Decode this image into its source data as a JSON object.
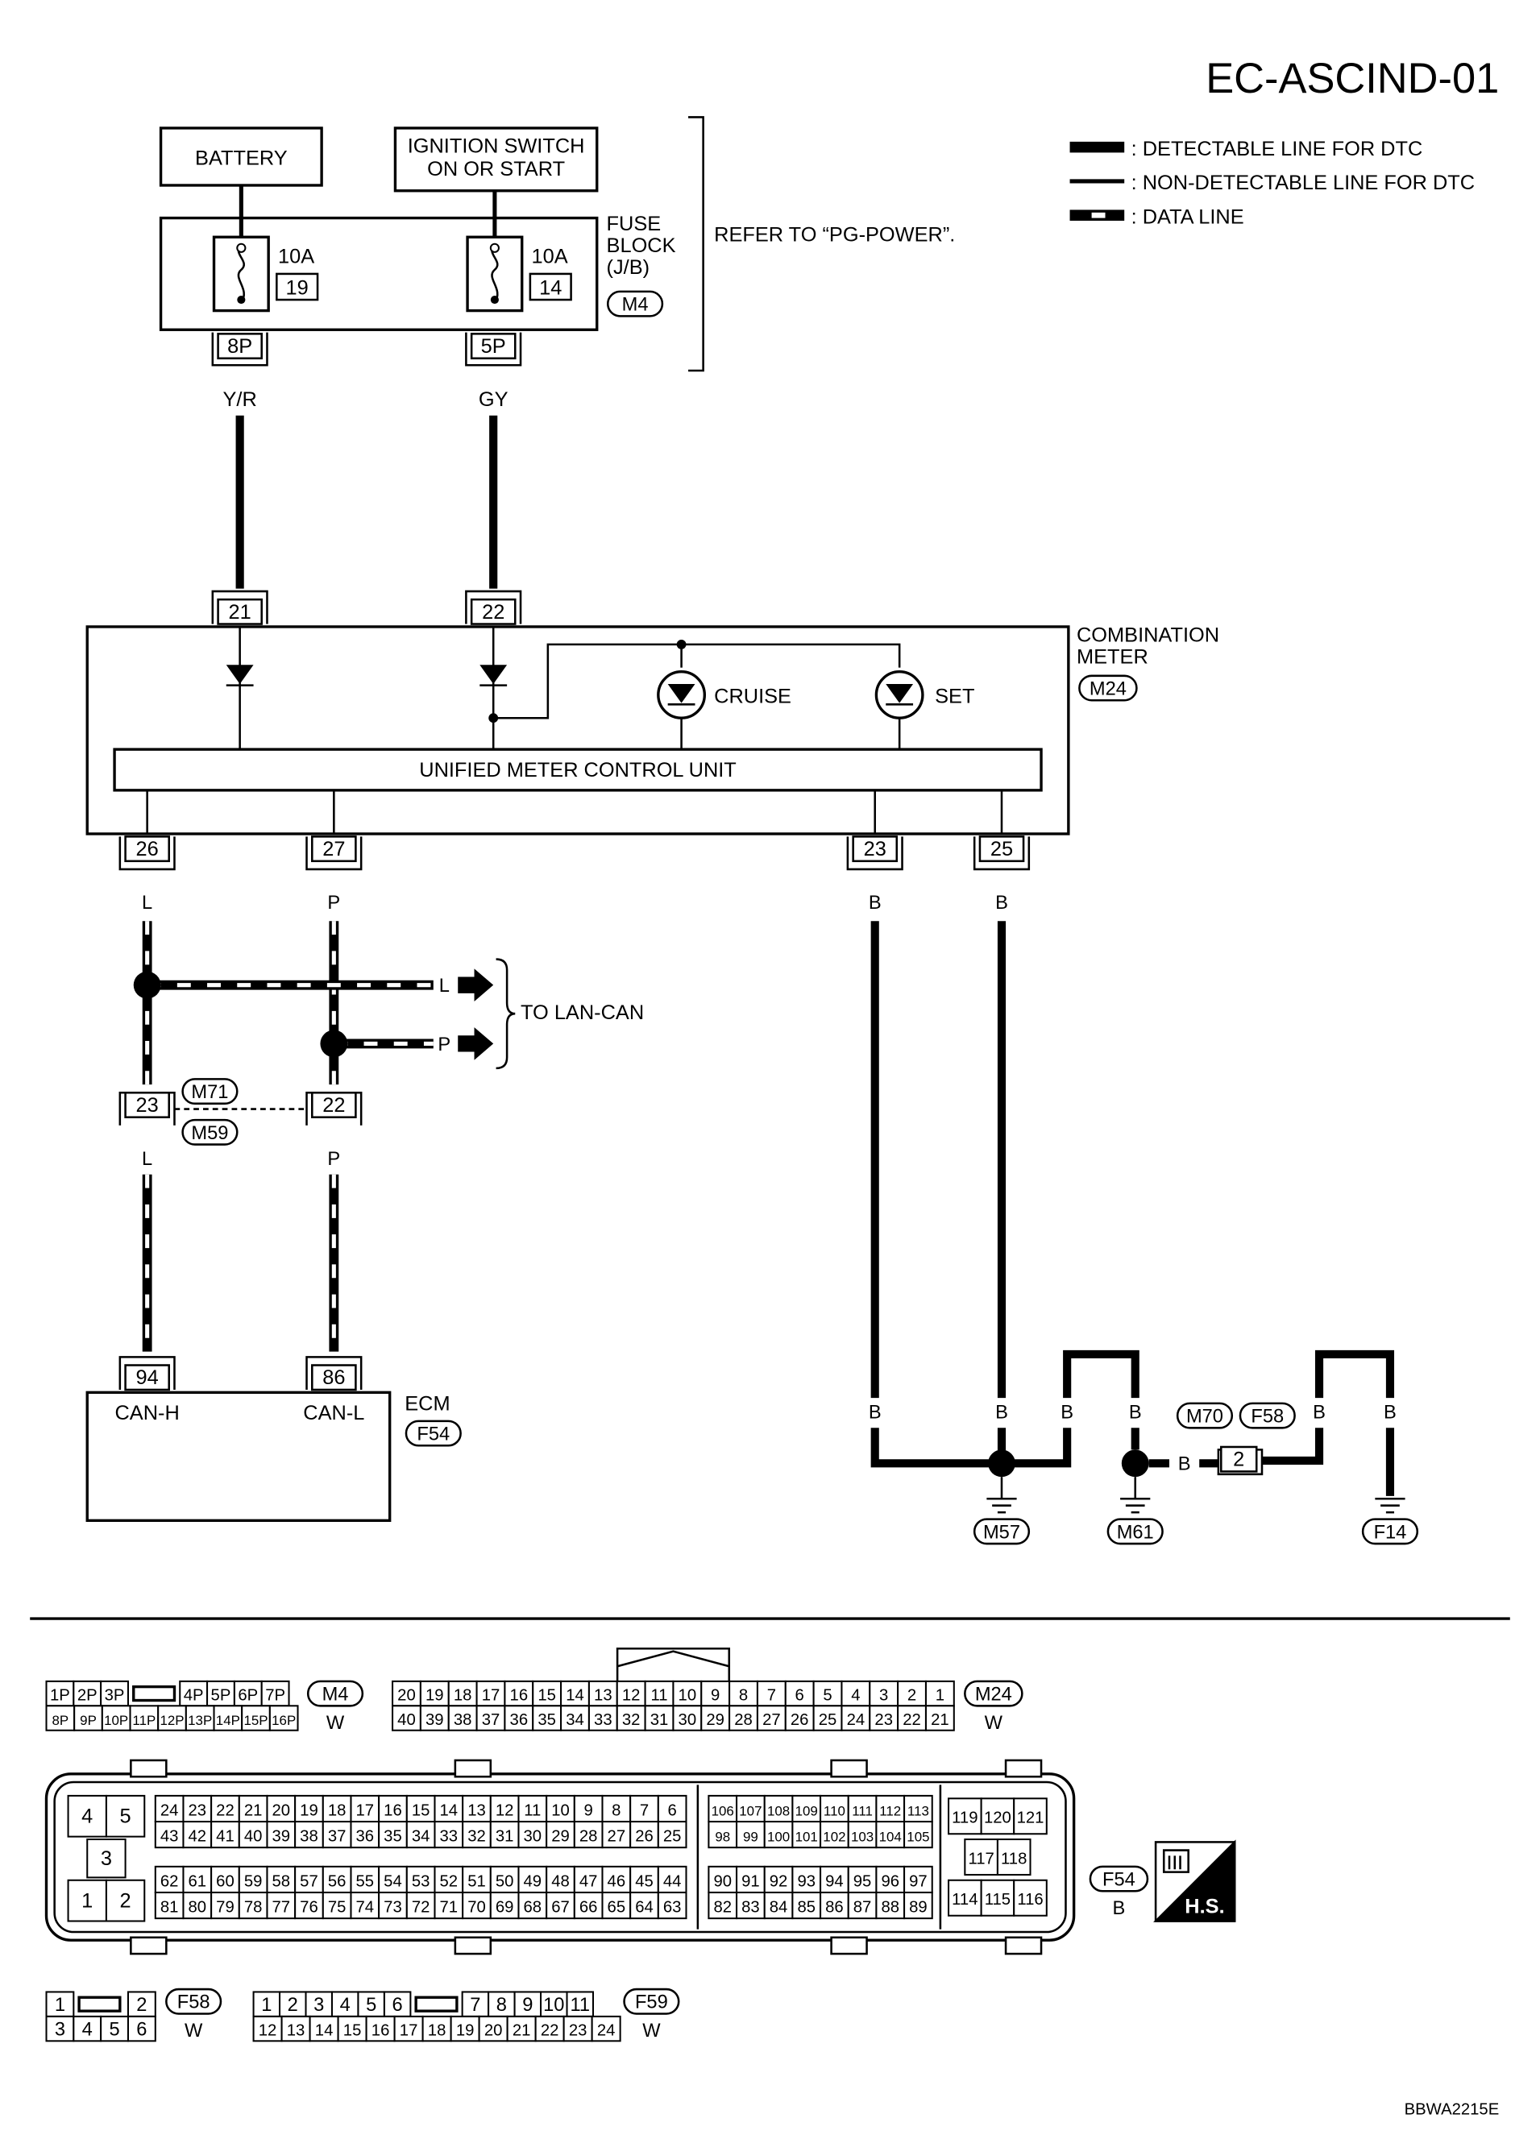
{
  "title": "EC-ASCIND-01",
  "figure_code": "BBWA2215E",
  "legend": [
    {
      "type": "detectable",
      "label": ": DETECTABLE LINE FOR DTC"
    },
    {
      "type": "non_detectable",
      "label": ": NON-DETECTABLE LINE FOR DTC"
    },
    {
      "type": "data",
      "label": ": DATA LINE"
    }
  ],
  "power": {
    "battery": "BATTERY",
    "ignition_line1": "IGNITION SWITCH",
    "ignition_line2": "ON OR START",
    "refer": "REFER TO “PG-POWER”."
  },
  "fuse_block": {
    "label_line1": "FUSE",
    "label_line2": "BLOCK",
    "label_line3": "(J/B)",
    "connector": "M4",
    "fuses": [
      {
        "amps": "10A",
        "number": "19",
        "terminal": "8P",
        "wire": "Y/R"
      },
      {
        "amps": "10A",
        "number": "14",
        "terminal": "5P",
        "wire": "GY"
      }
    ]
  },
  "combination_meter": {
    "label_line1": "COMBINATION",
    "label_line2": "METER",
    "connector": "M24",
    "control_unit": "UNIFIED METER CONTROL UNIT",
    "lamp1": "CRUISE",
    "lamp2": "SET",
    "top_terminals": [
      "21",
      "22"
    ],
    "bottom_terminals": [
      {
        "terminal": "26",
        "wire": "L"
      },
      {
        "terminal": "27",
        "wire": "P"
      },
      {
        "terminal": "23",
        "wire": "B"
      },
      {
        "terminal": "25",
        "wire": "B"
      }
    ]
  },
  "lan_can": {
    "label": "TO LAN-CAN",
    "wire_l": "L",
    "wire_p": "P"
  },
  "joint": {
    "connector_top": "M71",
    "connector_bottom": "M59",
    "terminal_l": "23",
    "terminal_p": "22",
    "wire_l": "L",
    "wire_p": "P"
  },
  "ecm": {
    "label": "ECM",
    "connector": "F54",
    "terminal_h": "94",
    "terminal_l": "86",
    "pin_h": "CAN-H",
    "pin_l": "CAN-L"
  },
  "ground": {
    "wire": "B",
    "connectors": [
      "M57",
      "M61",
      "M70",
      "F58",
      "F14"
    ],
    "terminal": "2"
  },
  "connector_views": {
    "m4": {
      "name": "M4",
      "color": "W",
      "row1": [
        "1P",
        "2P",
        "3P",
        "4P",
        "5P",
        "6P",
        "7P"
      ],
      "row2": [
        "8P",
        "9P",
        "10P",
        "11P",
        "12P",
        "13P",
        "14P",
        "15P",
        "16P"
      ]
    },
    "m24": {
      "name": "M24",
      "color": "W",
      "row1": [
        "20",
        "19",
        "18",
        "17",
        "16",
        "15",
        "14",
        "13",
        "12",
        "11",
        "10",
        "9",
        "8",
        "7",
        "6",
        "5",
        "4",
        "3",
        "2",
        "1"
      ],
      "row2": [
        "40",
        "39",
        "38",
        "37",
        "36",
        "35",
        "34",
        "33",
        "32",
        "31",
        "30",
        "29",
        "28",
        "27",
        "26",
        "25",
        "24",
        "23",
        "22",
        "21"
      ]
    },
    "f54": {
      "name": "F54",
      "color": "B",
      "hs": "H.S.",
      "small": [
        "4",
        "5",
        "3",
        "1",
        "2"
      ],
      "row1": [
        "24",
        "23",
        "22",
        "21",
        "20",
        "19",
        "18",
        "17",
        "16",
        "15",
        "14",
        "13",
        "12",
        "11",
        "10",
        "9",
        "8",
        "7",
        "6"
      ],
      "row2": [
        "43",
        "42",
        "41",
        "40",
        "39",
        "38",
        "37",
        "36",
        "35",
        "34",
        "33",
        "32",
        "31",
        "30",
        "29",
        "28",
        "27",
        "26",
        "25"
      ],
      "row3": [
        "62",
        "61",
        "60",
        "59",
        "58",
        "57",
        "56",
        "55",
        "54",
        "53",
        "52",
        "51",
        "50",
        "49",
        "48",
        "47",
        "46",
        "45",
        "44"
      ],
      "row4": [
        "81",
        "80",
        "79",
        "78",
        "77",
        "76",
        "75",
        "74",
        "73",
        "72",
        "71",
        "70",
        "69",
        "68",
        "67",
        "66",
        "65",
        "64",
        "63"
      ],
      "mid1": [
        "106",
        "107",
        "108",
        "109",
        "110",
        "111",
        "112",
        "113"
      ],
      "mid2": [
        "98",
        "99",
        "100",
        "101",
        "102",
        "103",
        "104",
        "105"
      ],
      "mid3": [
        "90",
        "91",
        "92",
        "93",
        "94",
        "95",
        "96",
        "97"
      ],
      "mid4": [
        "82",
        "83",
        "84",
        "85",
        "86",
        "87",
        "88",
        "89"
      ],
      "right1": [
        "119",
        "120",
        "121"
      ],
      "right2": [
        "117",
        "118"
      ],
      "right3": [
        "114",
        "115",
        "116"
      ]
    },
    "f58": {
      "name": "F58",
      "color": "W",
      "row1": [
        "1",
        "2"
      ],
      "row2": [
        "3",
        "4",
        "5",
        "6"
      ]
    },
    "f59": {
      "name": "F59",
      "color": "W",
      "row1": [
        "1",
        "2",
        "3",
        "4",
        "5",
        "6",
        "7",
        "8",
        "9",
        "10",
        "11"
      ],
      "row2": [
        "12",
        "13",
        "14",
        "15",
        "16",
        "17",
        "18",
        "19",
        "20",
        "21",
        "22",
        "23",
        "24"
      ]
    }
  }
}
